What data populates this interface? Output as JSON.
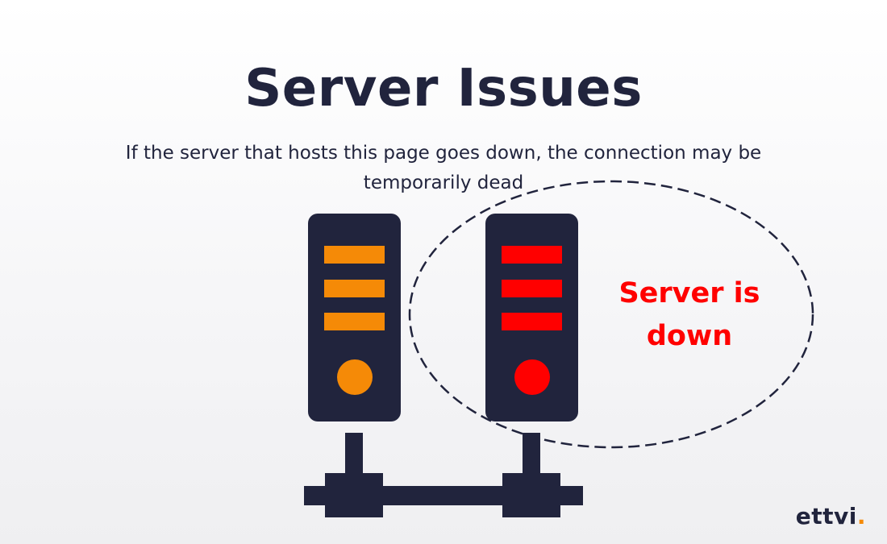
{
  "header": {
    "title": "Server Issues",
    "subtitle": "If the server that hosts this page goes down, the connection may be temporarily dead"
  },
  "diagram": {
    "status_label": "Server is down",
    "servers": [
      {
        "icon": "server-icon",
        "state": "warning",
        "color": "#f58a07"
      },
      {
        "icon": "server-icon",
        "state": "down",
        "color": "#ff0000"
      }
    ],
    "server_body_color": "#21243d",
    "highlight": "dashed-ellipse"
  },
  "brand": {
    "name": "ettvi",
    "dot": ".",
    "accent_color": "#f58a07"
  }
}
